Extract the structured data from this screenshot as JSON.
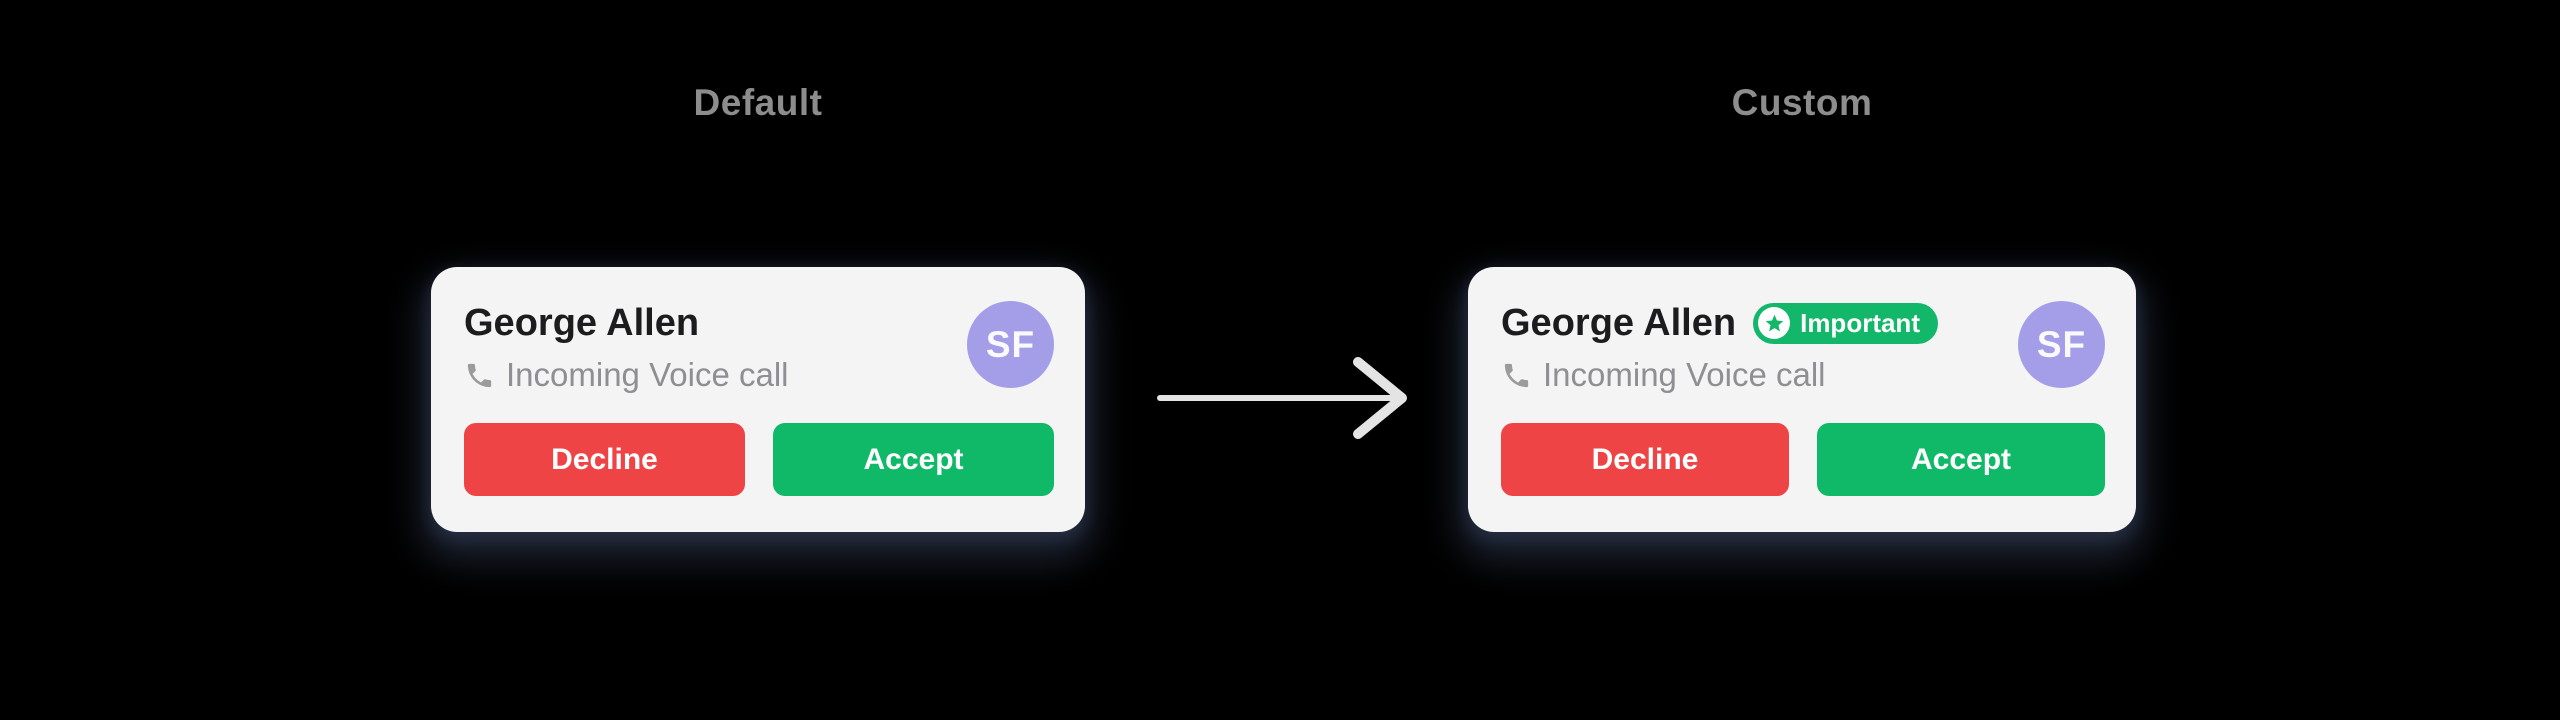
{
  "theme": {
    "background": "#000000",
    "card_bg": "#f4f4f5",
    "name_color": "#1c1c1e",
    "muted_color": "#8e8e93",
    "label_color": "#8d8d8d",
    "decline_color": "#ee4445",
    "accept_color": "#0fb968",
    "badge_color": "#12b76a",
    "avatar_color": "#a49ee9",
    "arrow_color": "#e4e4e4"
  },
  "sections": [
    {
      "label": "Default"
    },
    {
      "label": "Custom"
    }
  ],
  "icons": {
    "subtitle_icon": "call-icon",
    "badge_icon": "star-icon",
    "between_cards": "arrow-right-icon"
  },
  "cards": [
    {
      "variant": "default",
      "name": "George Allen",
      "subtitle": "Incoming Voice call",
      "avatar_initials": "SF",
      "decline_label": "Decline",
      "accept_label": "Accept"
    },
    {
      "variant": "custom",
      "name": "George Allen",
      "badge_label": "Important",
      "subtitle": "Incoming Voice call",
      "avatar_initials": "SF",
      "decline_label": "Decline",
      "accept_label": "Accept"
    }
  ]
}
